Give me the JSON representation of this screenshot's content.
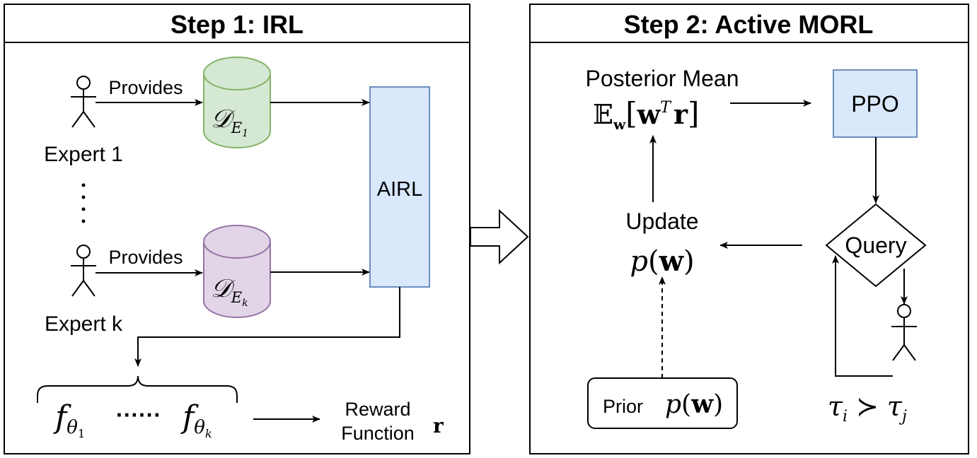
{
  "step1": {
    "title": "Step 1: IRL",
    "provides_1": "Provides",
    "provides_k": "Provides",
    "expert_1": "Expert 1",
    "expert_k": "Expert k",
    "dataset_1": {
      "main": "𝒟",
      "sub": "E",
      "subsub": "1"
    },
    "dataset_k": {
      "main": "𝒟",
      "sub": "E",
      "subsub": "k"
    },
    "airl": "AIRL",
    "f_theta_1": {
      "main": "f",
      "sub": "θ",
      "subsub": "1"
    },
    "f_dots": "······",
    "f_theta_k": {
      "main": "f",
      "sub": "θ",
      "subsub": "k"
    },
    "reward_line1": "Reward",
    "reward_line2": "Function",
    "reward_symbol": "r"
  },
  "step2": {
    "title": "Step 2: Active MORL",
    "posterior_mean": "Posterior Mean",
    "expectation": {
      "E": "𝔼",
      "sub": "w",
      "open": "[",
      "w": "w",
      "sup": "T",
      "r": "r",
      "close": "]"
    },
    "ppo": "PPO",
    "query": "Query",
    "update": "Update",
    "pw": {
      "p": "p",
      "open": "(",
      "w": "w",
      "close": ")"
    },
    "prior_label": "Prior",
    "prior_pw": {
      "p": "p",
      "open": "(",
      "w": "w",
      "close": ")"
    },
    "preference": {
      "tau_i": "τ",
      "i": "i",
      "succ": "≻",
      "tau_j": "τ",
      "j": "j"
    }
  },
  "colors": {
    "green_fill": "#d5e8d4",
    "green_stroke": "#82b366",
    "purple_fill": "#e1d5e7",
    "purple_stroke": "#9673a6",
    "blue_fill": "#dae8fc",
    "blue_stroke": "#6c8ebf"
  }
}
